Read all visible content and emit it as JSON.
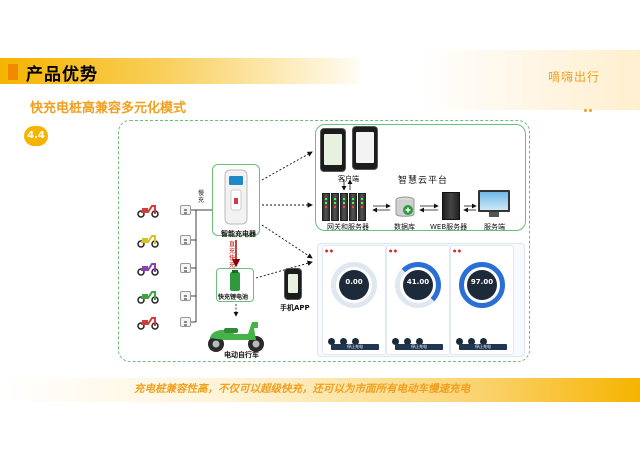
{
  "header": {
    "title": "产品优势",
    "brand": "嘀嗨出行",
    "subtitle": "快充电桩高兼容多元化模式",
    "section_number": "4.4"
  },
  "diagram": {
    "charger_label": "智能充电器",
    "slow_label": "慢充",
    "fast_label": "直充快充",
    "battery_label": "快充锂电池",
    "app_label": "手机APP",
    "ebike_label": "电动自行车",
    "cloud": {
      "title": "智慧云平台",
      "client_label": "客户端",
      "gateway_label": "网关和服务器",
      "database_label": "数据库",
      "web_server_label": "WEB服务器",
      "service_label": "服务端"
    },
    "apps": [
      {
        "value": "0.00",
        "button": "停止充电"
      },
      {
        "value": "41.00",
        "button": "停止充电"
      },
      {
        "value": "97.00",
        "button": "停止充电"
      }
    ],
    "scooter_colors": [
      "#d23b3b",
      "#d9c21f",
      "#8a3fb5",
      "#3fa43f",
      "#d23b3b"
    ]
  },
  "footer": {
    "text": "充电桩兼容性高，不仅可以超级快充，还可以为市面所有电动车慢速充电"
  }
}
